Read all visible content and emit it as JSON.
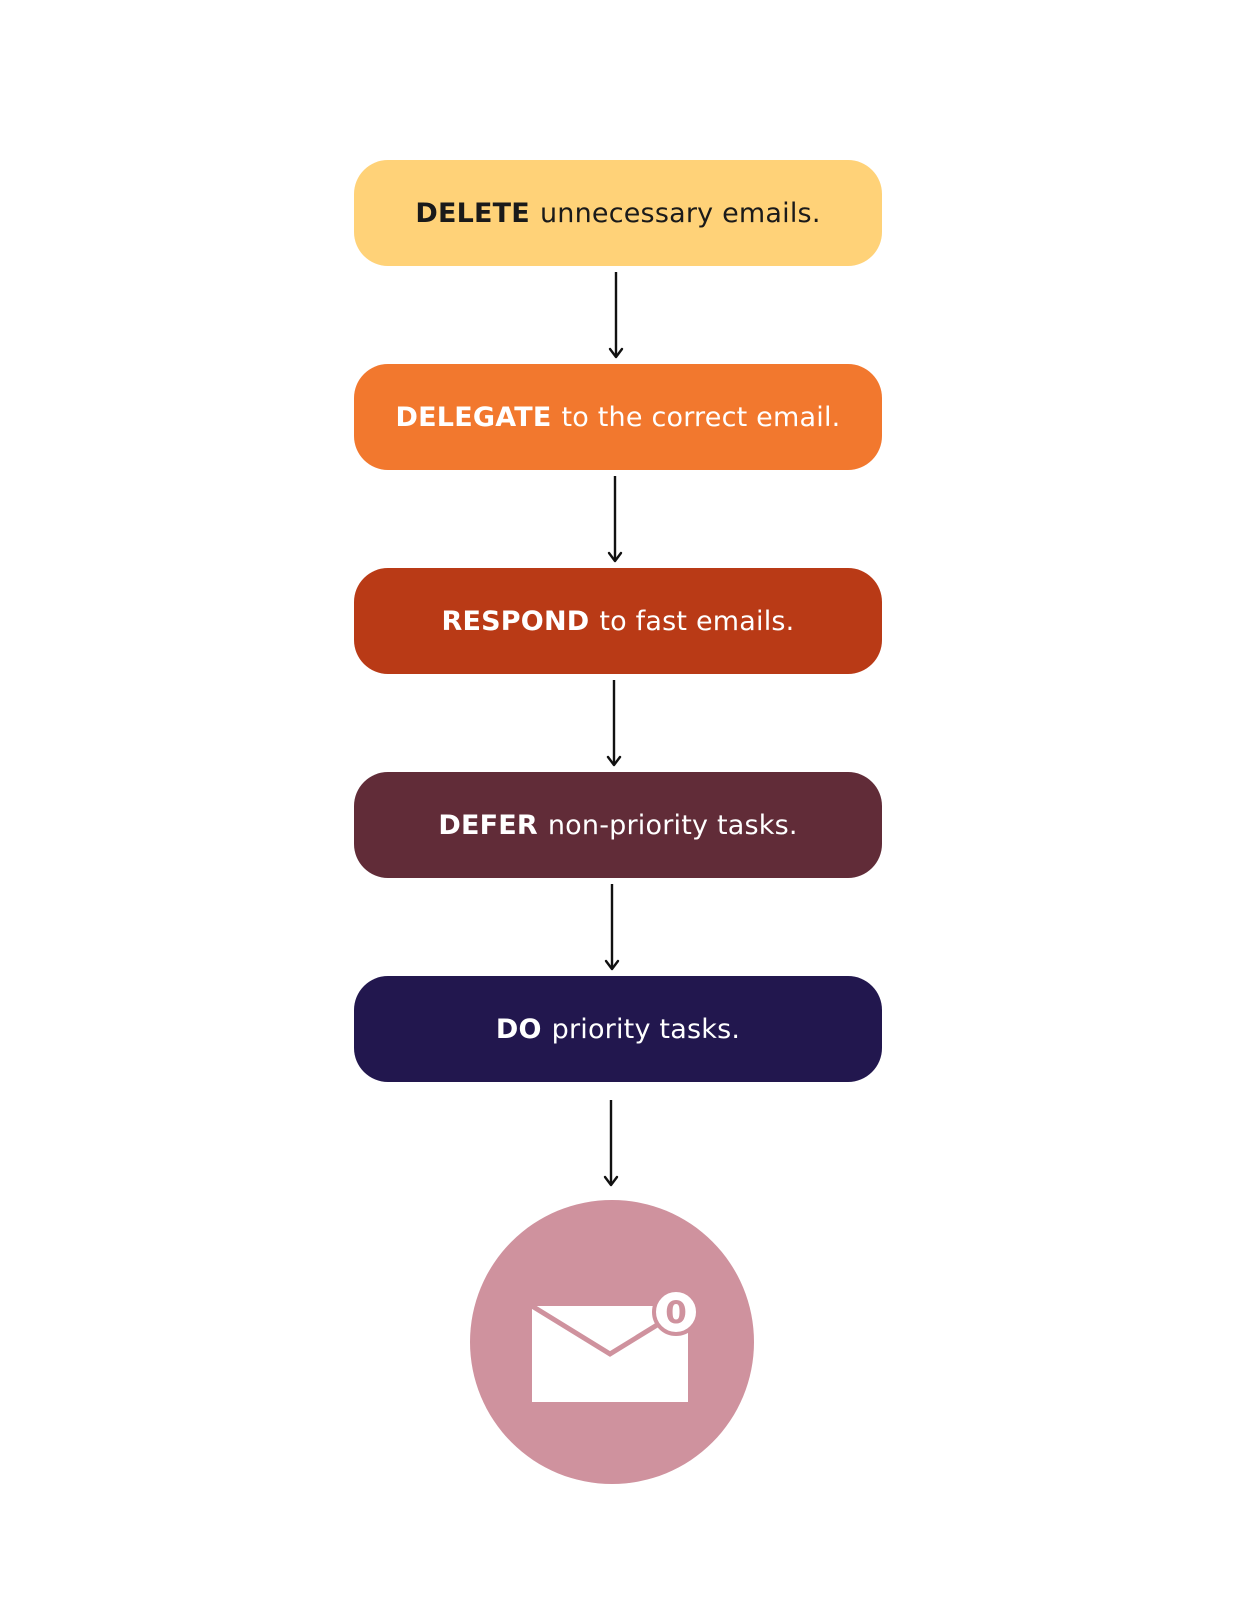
{
  "steps": [
    {
      "verb": "DELETE",
      "rest": "unnecessary emails.",
      "bg": "#FFD278",
      "fg": "#1A1A1A"
    },
    {
      "verb": "DELEGATE",
      "rest": "to the correct email.",
      "bg": "#F2782E",
      "fg": "#FFFFFF"
    },
    {
      "verb": "RESPOND",
      "rest": "to fast emails.",
      "bg": "#B93A16",
      "fg": "#FFFFFF"
    },
    {
      "verb": "DEFER",
      "rest": "non-priority tasks.",
      "bg": "#612C38",
      "fg": "#FFFFFF"
    },
    {
      "verb": "DO",
      "rest": "priority tasks.",
      "bg": "#22174E",
      "fg": "#FFFFFF"
    }
  ],
  "inbox": {
    "icon": "envelope-icon",
    "badge_count": "0",
    "circle_color": "#CF929E",
    "icon_color": "#FFFFFF"
  },
  "arrow_color": "#111111"
}
